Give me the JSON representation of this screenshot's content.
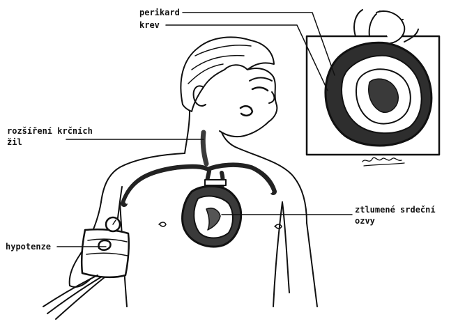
{
  "labels": {
    "perikard": "perikard",
    "krev": "krev",
    "rozsireni_krcnich_zil_line1": "rozšíření krčních",
    "rozsireni_krcnich_zil_line2": "žil",
    "ztlumene_srdecni_ozvy_line1": "ztlumené srdeční",
    "ztlumene_srdecni_ozvy_line2": "ozvy",
    "hypotenze": "hypotenze"
  },
  "colors": {
    "ink": "#111111",
    "paper": "#ffffff",
    "shade": "#3a3a3a"
  }
}
